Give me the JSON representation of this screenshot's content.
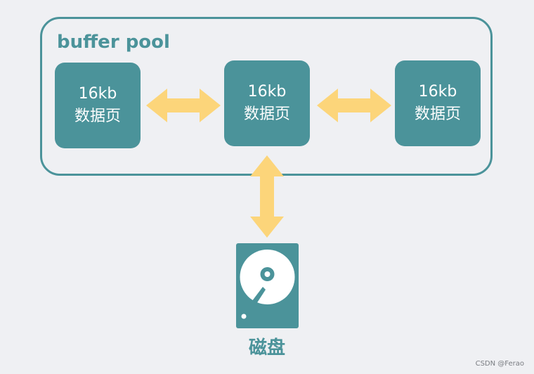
{
  "buffer_pool": {
    "title": "buffer pool",
    "pages": [
      {
        "size": "16kb",
        "name": "数据页"
      },
      {
        "size": "16kb",
        "name": "数据页"
      },
      {
        "size": "16kb",
        "name": "数据页"
      }
    ]
  },
  "disk": {
    "label": "磁盘",
    "icon": "hard-disk-icon"
  },
  "watermark": "CSDN @Ferao",
  "colors": {
    "primary": "#4b939a",
    "arrow": "#fcd57a",
    "background": "#eff0f3"
  }
}
